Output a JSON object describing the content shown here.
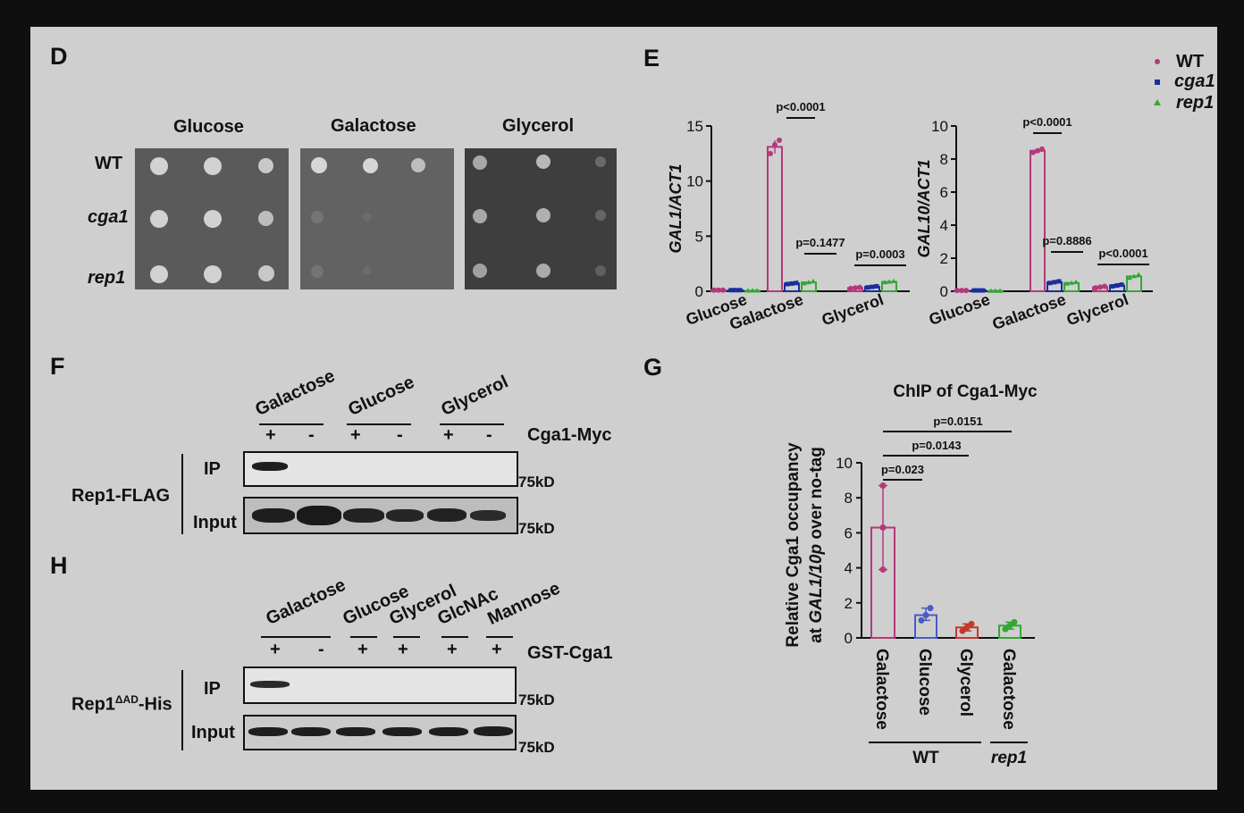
{
  "panels": {
    "D": "D",
    "E": "E",
    "F": "F",
    "G": "G",
    "H": "H"
  },
  "panel_d": {
    "conditions": [
      "Glucose",
      "Galactose",
      "Glycerol"
    ],
    "strains": [
      "WT",
      "cga1",
      "rep1"
    ]
  },
  "legend": [
    {
      "label": "WT",
      "color": "#b23a7a",
      "marker": "circle"
    },
    {
      "label": "cga1",
      "color": "#1a2e9c",
      "marker": "square"
    },
    {
      "label": "rep1",
      "color": "#32a832",
      "marker": "triangle"
    }
  ],
  "chart_data": [
    {
      "type": "bar",
      "panel": "E",
      "ylabel": "GAL1/ACT1",
      "categories": [
        "Glucose",
        "Galactose",
        "Glycerol"
      ],
      "ylim": [
        0,
        15
      ],
      "yticks": [
        0,
        5,
        10,
        15
      ],
      "series": [
        {
          "name": "WT",
          "values": [
            0.1,
            13.1,
            0.3
          ],
          "points": [
            [
              0.1,
              0.1,
              0.1
            ],
            [
              12.5,
              13.3,
              13.7
            ],
            [
              0.25,
              0.3,
              0.35
            ]
          ]
        },
        {
          "name": "cga1",
          "values": [
            0.1,
            0.7,
            0.4
          ],
          "points": [
            [
              0.1,
              0.1,
              0.1
            ],
            [
              0.65,
              0.7,
              0.75
            ],
            [
              0.35,
              0.4,
              0.45
            ]
          ]
        },
        {
          "name": "rep1",
          "values": [
            0.05,
            0.8,
            0.85
          ],
          "points": [
            [
              0.05,
              0.05,
              0.05
            ],
            [
              0.7,
              0.8,
              0.9
            ],
            [
              0.8,
              0.85,
              0.9
            ]
          ]
        }
      ],
      "pvalues": [
        "p<0.0001",
        "p=0.1477",
        "p=0.0003"
      ]
    },
    {
      "type": "bar",
      "panel": "E",
      "ylabel": "GAL10/ACT1",
      "categories": [
        "Glucose",
        "Galactose",
        "Glycerol"
      ],
      "ylim": [
        0,
        10
      ],
      "yticks": [
        0,
        2,
        4,
        6,
        8,
        10
      ],
      "series": [
        {
          "name": "WT",
          "values": [
            0.05,
            8.5,
            0.25
          ],
          "points": [
            [
              0.05,
              0.05,
              0.05
            ],
            [
              8.4,
              8.5,
              8.6
            ],
            [
              0.2,
              0.25,
              0.3
            ]
          ]
        },
        {
          "name": "cga1",
          "values": [
            0.05,
            0.55,
            0.35
          ],
          "points": [
            [
              0.05,
              0.05,
              0.05
            ],
            [
              0.5,
              0.55,
              0.6
            ],
            [
              0.3,
              0.35,
              0.4
            ]
          ]
        },
        {
          "name": "rep1",
          "values": [
            0.02,
            0.5,
            0.9
          ],
          "points": [
            [
              0.02,
              0.02,
              0.02
            ],
            [
              0.45,
              0.5,
              0.55
            ],
            [
              0.8,
              0.9,
              1.0
            ]
          ]
        }
      ],
      "pvalues": [
        "p<0.0001",
        "p=0.8886",
        "p<0.0001"
      ]
    },
    {
      "type": "bar",
      "panel": "G",
      "title": "ChIP of Cga1-Myc",
      "ylabel_line1": "Relative Cga1 occupancy",
      "ylabel_line2_prefix": "at ",
      "ylabel_line2_italic": "GAL1/10p",
      "ylabel_line2_suffix": " over no-tag",
      "categories": [
        "Galactose",
        "Glucose",
        "Glycerol",
        "Galactose"
      ],
      "groups": [
        {
          "label": "WT",
          "span": [
            0,
            2
          ]
        },
        {
          "label": "rep1",
          "span": [
            3,
            3
          ]
        }
      ],
      "ylim": [
        0,
        10
      ],
      "yticks": [
        0,
        2,
        4,
        6,
        8,
        10
      ],
      "values": [
        6.3,
        1.3,
        0.6,
        0.7
      ],
      "points": [
        [
          3.9,
          6.3,
          8.7
        ],
        [
          1.0,
          1.3,
          1.7
        ],
        [
          0.4,
          0.6,
          0.8
        ],
        [
          0.5,
          0.7,
          0.9
        ]
      ],
      "colors": [
        "#b23a7a",
        "#4a5bc4",
        "#c0392b",
        "#32a832"
      ],
      "pvalues": [
        "p=0.023",
        "p=0.0143",
        "p=0.0151"
      ]
    }
  ],
  "panel_f": {
    "conditions": [
      "Galactose",
      "Glucose",
      "Glycerol"
    ],
    "signs": [
      "+",
      "-",
      "+",
      "-",
      "+",
      "-"
    ],
    "tag_label": "Cga1-Myc",
    "protein_label": "Rep1-FLAG",
    "rows": [
      "IP",
      "Input"
    ],
    "marker": "75kD"
  },
  "panel_h": {
    "conditions": [
      "Galactose",
      "Glucose",
      "Glycerol",
      "GlcNAc",
      "Mannose"
    ],
    "signs": [
      "+",
      "-",
      "+",
      "+",
      "+",
      "+"
    ],
    "tag_label": "GST-Cga1",
    "protein_label": "Rep1",
    "protein_superscript": "ΔAD",
    "protein_suffix": "-His",
    "rows": [
      "IP",
      "Input"
    ],
    "marker": "75kD"
  }
}
